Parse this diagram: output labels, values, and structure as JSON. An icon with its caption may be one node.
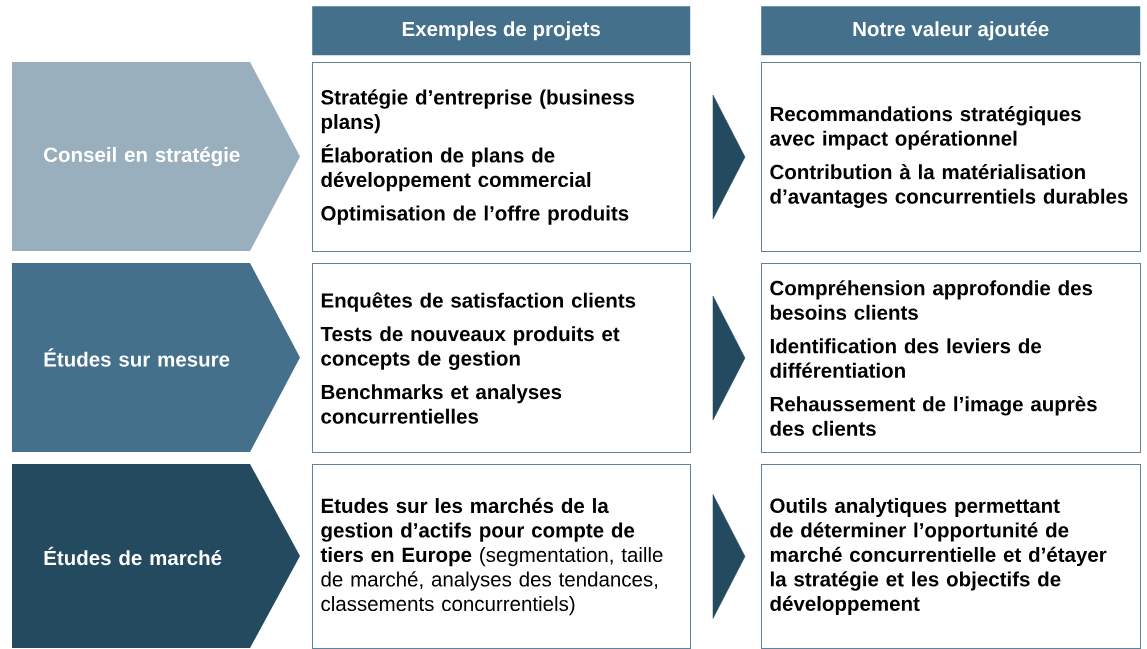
{
  "diagram": {
    "nodes": [
      {
        "text": [
          "Exemples de projets"
        ]
      },
      {
        "text": [
          "Notre valeur ajoutée"
        ]
      },
      {
        "text": [
          "Conseil en stratégie"
        ]
      },
      {
        "text": [
          "Stratégie d’entreprise (business plans)",
          "Élaboration de plans de développement commercial",
          "Optimisation de l’offre produits"
        ]
      },
      {
        "text": [
          "Recommandations stratégiques avec impact opérationnel",
          "Contribution à la matérialisation d’avantages concurrentiels durables"
        ]
      },
      {
        "text": [
          "Études sur mesure"
        ]
      },
      {
        "text": [
          "Enquêtes de satisfaction clients",
          "Tests de nouveaux produits et concepts de gestion",
          "Benchmarks et analyses concurrentielles"
        ]
      },
      {
        "text": [
          "Compréhension approfondie des besoins clients",
          "Identification des leviers de différentiation",
          "Rehaussement de l’image auprès des clients"
        ]
      },
      {
        "text": [
          "Études de marché"
        ]
      },
      {
        "text": [
          "**Etudes sur les marchés de la gestion d’actifs pour compte de tiers en Europe** (segmentation, taille de marché, analyses des tendances, classements concurrentiels)"
        ]
      },
      {
        "text": [
          "Outils analytiques permettant de déterminer l’opportunité de marché concurrentielle et d’étayer la stratégie et les objectifs de développement"
        ]
      }
    ],
    "edges": [
      {
        "from": 3,
        "to": 4,
        "arrow": "to"
      },
      {
        "from": 6,
        "to": 7,
        "arrow": "to"
      },
      {
        "from": 9,
        "to": 10,
        "arrow": "to"
      }
    ]
  }
}
